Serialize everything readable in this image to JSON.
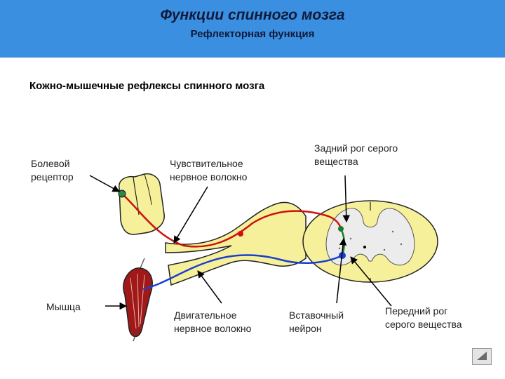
{
  "header": {
    "title": "Функции спинного мозга",
    "subtitle": "Рефлекторная функция"
  },
  "heading": "Кожно-мышечные  рефлексы спинного мозга",
  "labels": {
    "pain_receptor": "Болевой\nрецептор",
    "sensory_fiber": "Чувствительное\nнервное волокно",
    "dorsal_horn": "Задний рог серого\nвещества",
    "muscle": "Мышца",
    "motor_fiber": "Двигательное\nнервное волокно",
    "interneuron": "Вставочный\nнейрон",
    "ventral_horn": "Передний рог\nсерого вещества"
  },
  "colors": {
    "header_bg": "#3a8fe0",
    "sensory": "#cc1111",
    "motor": "#1a3fd0",
    "interneuron": "#1a7a2a",
    "tissue": "#f7f09a",
    "muscle": "#a01818"
  },
  "icons": {
    "nav": "back-arrow-icon"
  }
}
